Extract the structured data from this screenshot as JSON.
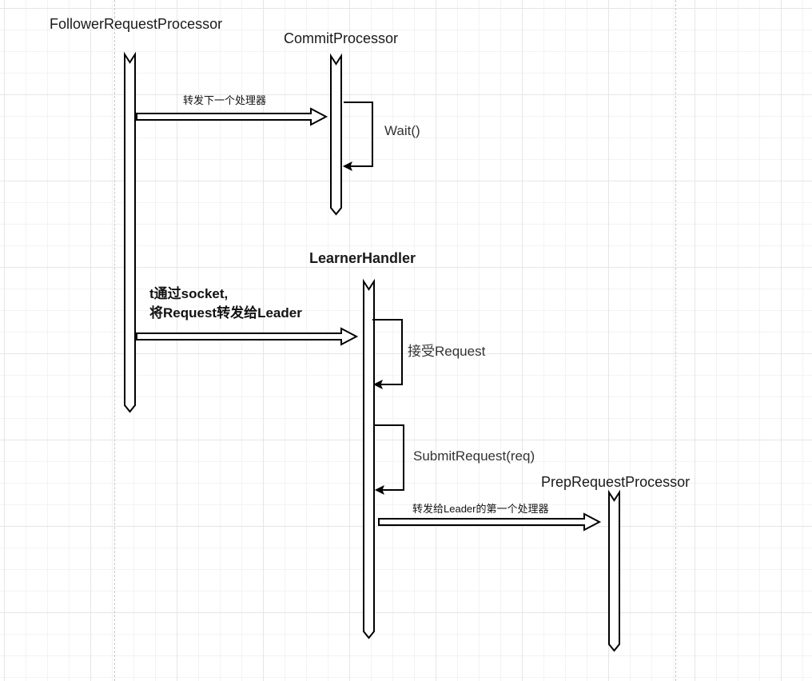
{
  "diagram": {
    "type": "sequence-diagram",
    "participants": [
      {
        "id": "follower",
        "name": "FollowerRequestProcessor",
        "bold": false
      },
      {
        "id": "commit",
        "name": "CommitProcessor",
        "bold": false
      },
      {
        "id": "learner",
        "name": "LearnerHandler",
        "bold": true
      },
      {
        "id": "prep",
        "name": "PrepRequestProcessor",
        "bold": false
      }
    ],
    "messages": [
      {
        "from": "follower",
        "to": "commit",
        "label": "转发下一个处理器"
      },
      {
        "from": "follower",
        "to": "learner",
        "label_line1": "t通过socket,",
        "label_line2": "将Request转发给Leader"
      },
      {
        "from": "learner",
        "to": "prep",
        "label": "转发给Leader的第一个处理器"
      }
    ],
    "self_calls": [
      {
        "on": "commit",
        "label": "Wait()"
      },
      {
        "on": "learner",
        "label": "接受Request"
      },
      {
        "on": "learner",
        "label": "SubmitRequest(req)"
      }
    ],
    "colors": {
      "line": "#000000",
      "grid": "#e6e6e6",
      "page_break": "#c8c8c8"
    }
  }
}
